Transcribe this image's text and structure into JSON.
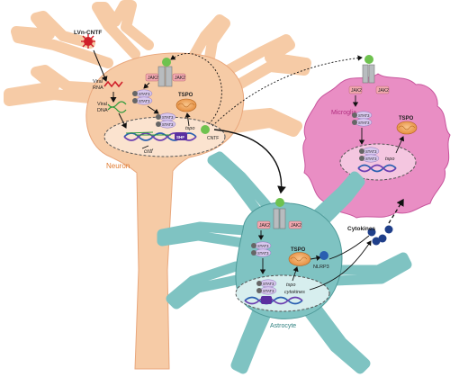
{
  "labels": {
    "lvn_cntf": "LVn-CNTF",
    "viral_rna": "Viral RNA",
    "viral_dna": "Viral DNA",
    "neuron": "Neuron",
    "cntf_neuron": "cntf",
    "cntf_ligand": "CNTF",
    "tspo_gene": "tspo",
    "tspo_protein": "TSPO",
    "microglia": "Microglia",
    "astrocyte": "Astrocyte",
    "cytokines": "Cytokines",
    "cytokines_gene": "cytokines",
    "nlrp3": "NLRP3",
    "jak2": "JAK2",
    "stat3": "STAT3",
    "p": "P",
    "shift": "SHF"
  },
  "colors": {
    "neuron": "#f6cba6",
    "neuron_edge": "#e9a77c",
    "astrocyte": "#7fc3c2",
    "astrocyte_edge": "#4e9a99",
    "microglia": "#e98ec4",
    "microglia_edge": "#c8559d",
    "nucleus": "#f3f3f3",
    "receptor": "#9fa3a6",
    "ligand": "#6ec24f",
    "jak2": "#f3a8b0",
    "stat3": "#d8c8ee",
    "tspo": "#f1a65c",
    "cytokine": "#1f3f8a",
    "dna_blue": "#2a5fb0",
    "dna_purple": "#6c3fb0",
    "virus": "#cf1f2a"
  },
  "icons": [
    "virus-icon",
    "receptor-icon",
    "tspo-mitochondrion-icon",
    "dna-icon",
    "cytokine-icon"
  ]
}
